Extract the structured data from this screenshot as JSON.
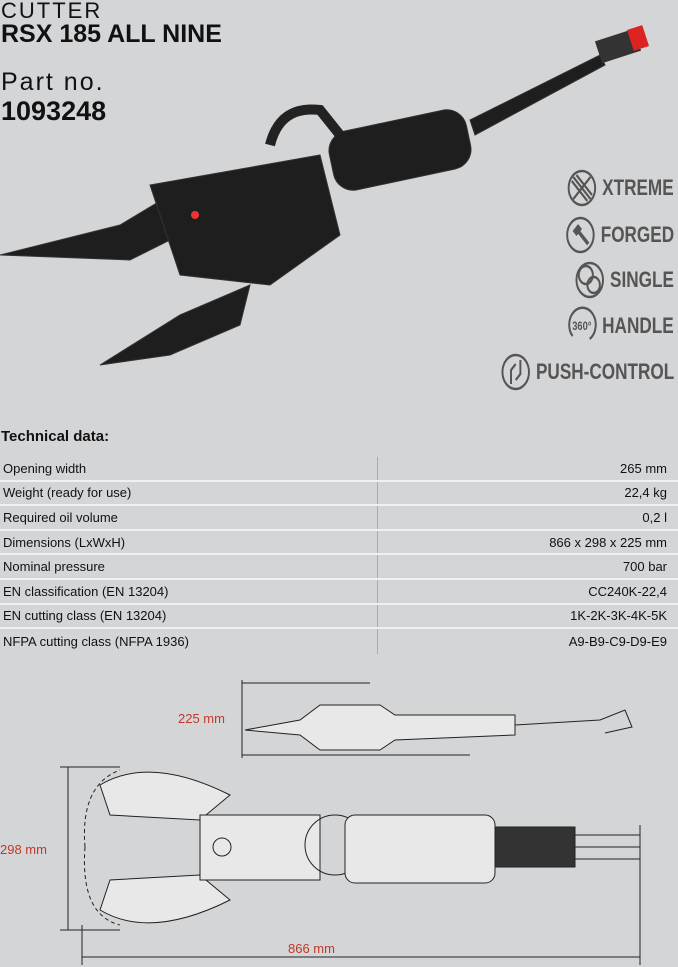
{
  "product": {
    "type": "CUTTER",
    "name": "RSX 185 ALL NINE",
    "part_label": "Part no.",
    "part_number": "1093248"
  },
  "features": [
    {
      "icon": "xtreme-icon",
      "label": "XTREME"
    },
    {
      "icon": "hammer-icon",
      "label": "FORGED"
    },
    {
      "icon": "single-circles-icon",
      "label": "SINGLE"
    },
    {
      "icon": "rotate-360-icon",
      "label": "HANDLE"
    },
    {
      "icon": "push-control-icon",
      "label": "PUSH-CONTROL"
    }
  ],
  "rotate_icon_text": "360°",
  "technical": {
    "title": "Technical data:",
    "rows": [
      {
        "label": "Opening width",
        "value": "265 mm"
      },
      {
        "label": "Weight (ready for use)",
        "value": "22,4 kg"
      },
      {
        "label": "Required oil volume",
        "value": "0,2 l"
      },
      {
        "label": "Dimensions (LxWxH)",
        "value": "866 x 298 x 225 mm"
      },
      {
        "label": "Nominal pressure",
        "value": "700 bar"
      },
      {
        "label": "EN classification (EN 13204)",
        "value": "CC240K-22,4"
      },
      {
        "label": "EN cutting class (EN 13204)",
        "value": "1K-2K-3K-4K-5K"
      },
      {
        "label": "NFPA cutting class (NFPA 1936)",
        "value": "A9-B9-C9-D9-E9"
      }
    ]
  },
  "drawing": {
    "height": "225 mm",
    "width": "298 mm",
    "length": "866 mm"
  },
  "colors": {
    "background": "#d4d5d7",
    "dimension": "#c0392b",
    "feature": "#555555"
  }
}
